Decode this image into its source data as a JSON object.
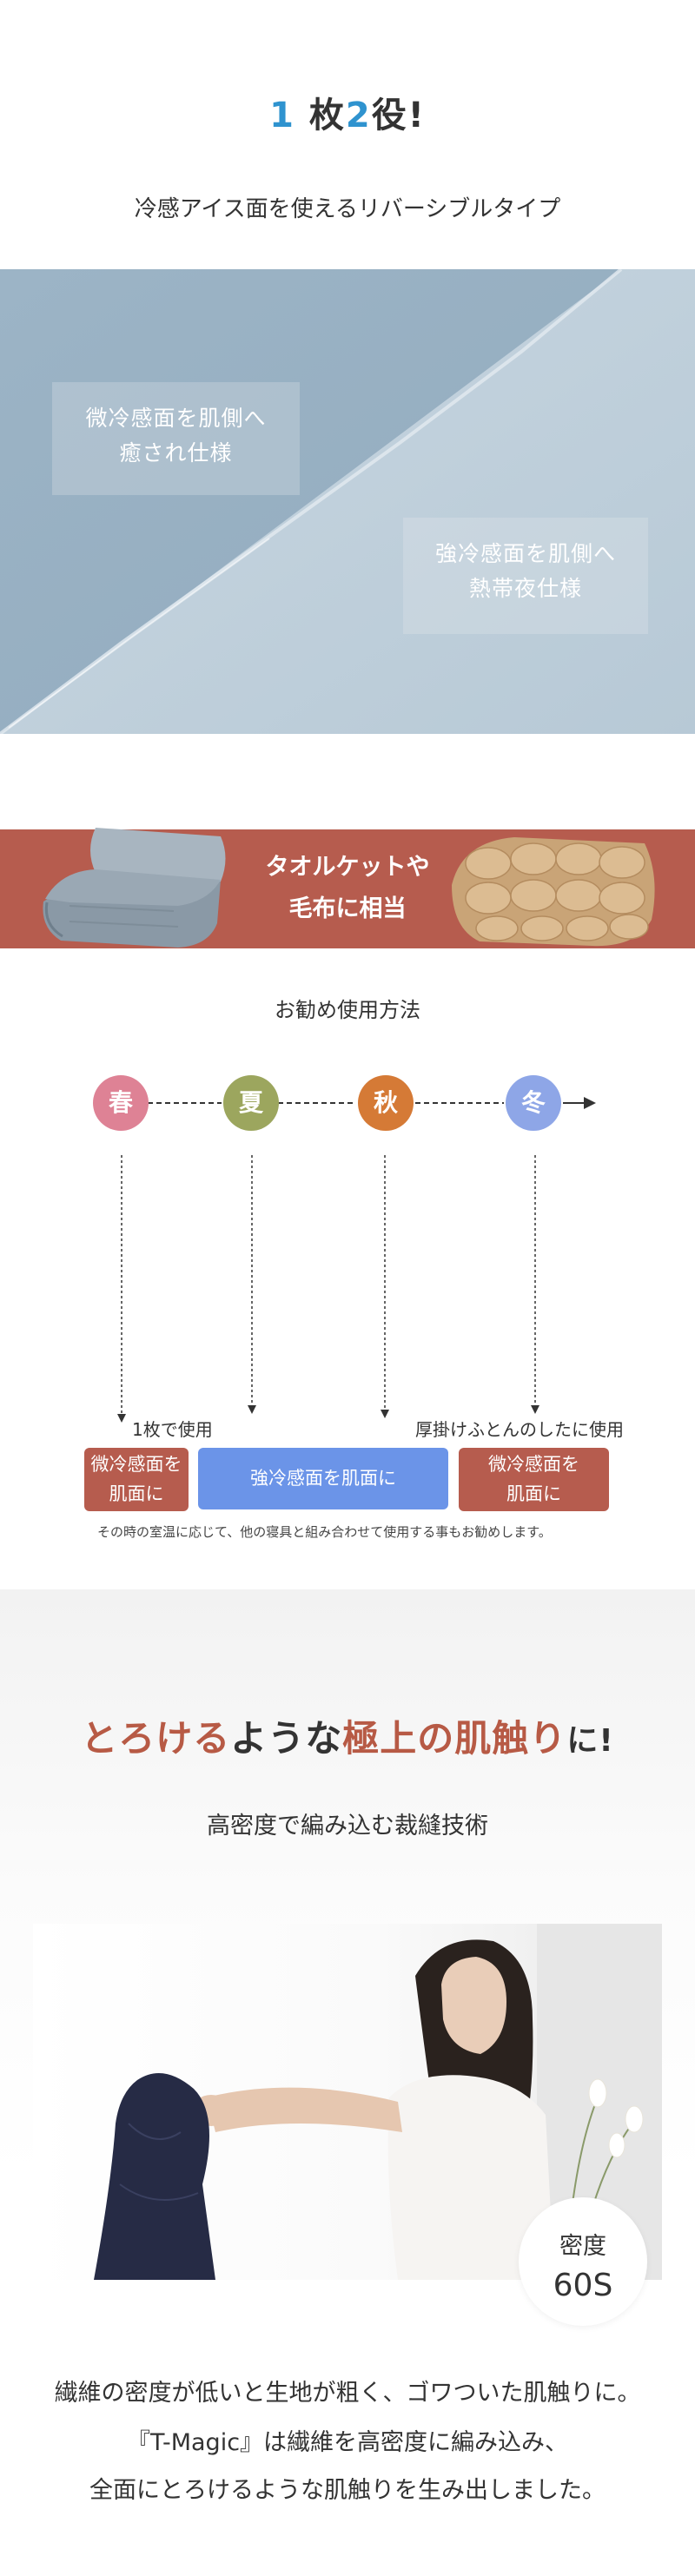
{
  "section1": {
    "title_num1": "1",
    "title_mid": "枚",
    "title_num2": "2",
    "title_end": "役!",
    "subtitle": "冷感アイス面を使えるリバーシブルタイプ",
    "label_mild_line1": "微冷感面を肌側へ",
    "label_mild_line2": "癒され仕様",
    "label_strong_line1": "強冷感面を肌側へ",
    "label_strong_line2": "熱帯夜仕様"
  },
  "band": {
    "line1": "タオルケットや",
    "line2": "毛布に相当"
  },
  "usage": {
    "title": "お勧め使用方法",
    "seasons": [
      {
        "label": "春",
        "color": "#de8295"
      },
      {
        "label": "夏",
        "color": "#9ca65e"
      },
      {
        "label": "秋",
        "color": "#d57a36"
      },
      {
        "label": "冬",
        "color": "#8ea6e7"
      }
    ],
    "caption_left": "1枚で使用",
    "caption_right": "厚掛けふとんのしたに使用",
    "box_left_line1": "微冷感面を",
    "box_left_line2": "肌面に",
    "box_middle": "強冷感面を肌面に",
    "box_right_line1": "微冷感面を",
    "box_right_line2": "肌面に",
    "note": "その時の室温に応じて、他の寝具と組み合わせて使用する事もお勧めします。",
    "colors": {
      "red_box": "#b65c4e",
      "blue_box": "#6b94e8"
    }
  },
  "section2": {
    "title_part1": "とろける",
    "title_part2": "ような",
    "title_part3": "極上の肌触り",
    "title_part4": "に!",
    "subtitle": "高密度で編み込む裁縫技術",
    "density_label": "密度",
    "density_value": "60S",
    "body_line1": "繊維の密度が低いと生地が粗く、ゴワついた肌触りに。",
    "body_line2": "『T-Magic』は繊維を高密度に編み込み、",
    "body_line3": "全面にとろけるような肌触りを生み出しました。"
  }
}
